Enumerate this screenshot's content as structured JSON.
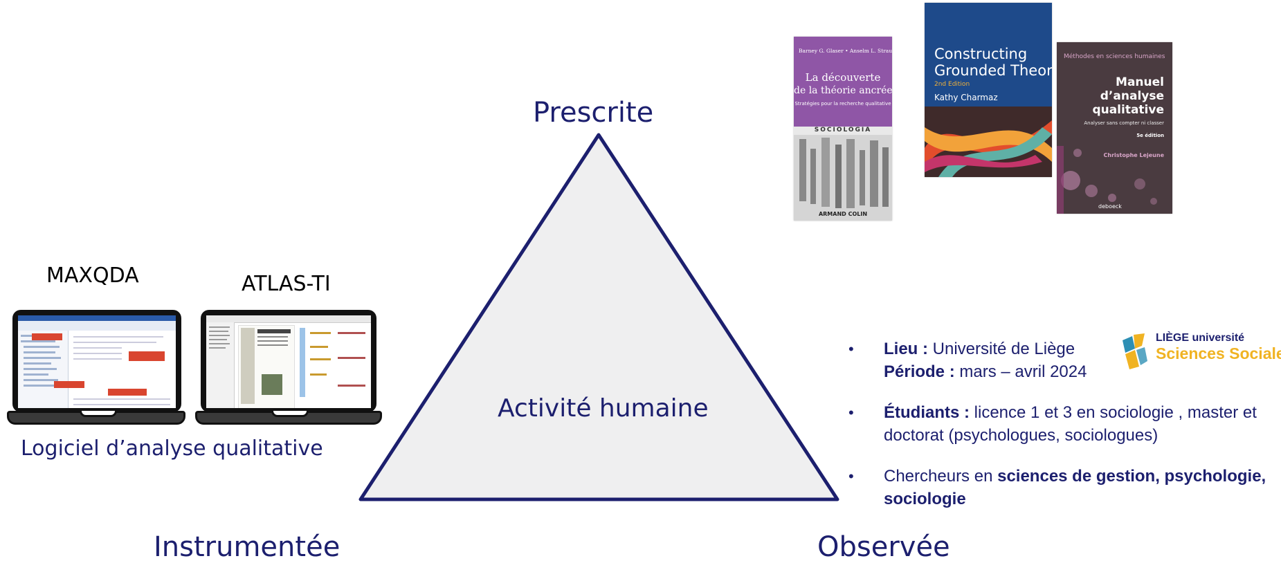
{
  "vertices": {
    "top": "Prescrite",
    "left": "Instrumentée",
    "right": "Observée",
    "center": "Activité humaine"
  },
  "software": {
    "label": "Logiciel d’analyse qualitative",
    "apps": [
      "MAXQDA",
      "ATLAS-TI"
    ]
  },
  "books": [
    {
      "authors": "Barney G. Glaser • Anselm L. Strauss",
      "title_line1": "La découverte",
      "title_line2": "de la théorie ancrée",
      "subtitle": "Stratégies pour la recherche qualitative",
      "series": "SOCIOLOGIA",
      "publisher": "ARMAND COLIN"
    },
    {
      "title_line1": "Constructing",
      "title_line2": "Grounded Theory",
      "edition": "2nd Edition",
      "author": "Kathy Charmaz"
    },
    {
      "series": "Méthodes en sciences humaines",
      "title_line1": "Manuel",
      "title_line2": "d’analyse",
      "title_line3": "qualitative",
      "subtitle": "Analyser sans compter ni classer",
      "edition": "5e édition",
      "author": "Christophe Lejeune",
      "publisher": "deboeck"
    }
  ],
  "info": {
    "place_label": "Lieu :",
    "place_value": "Université de Liège",
    "period_label": "Période :",
    "period_value": "mars – avril 2024",
    "students_label": "Étudiants :",
    "students_value": "licence 1 et 3 en sociologie , master et doctorat (psychologues, sociologues)",
    "researchers_prefix": "Chercheurs en",
    "researchers_value": "sciences de gestion, psychologie, sociologie"
  },
  "logo": {
    "line1": "LIÈGE université",
    "line2": "Sciences Sociales"
  },
  "colors": {
    "text_primary": "#1c1f6e",
    "triangle_fill": "#efeff0",
    "triangle_stroke": "#1c1f6e"
  }
}
